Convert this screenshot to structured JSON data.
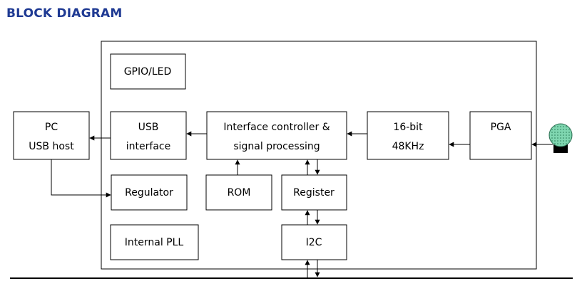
{
  "header": {
    "title": "BLOCK DIAGRAM"
  },
  "blocks": {
    "gpio": {
      "label": "GPIO/LED"
    },
    "pc": {
      "line1": "PC",
      "line2": "USB host"
    },
    "usb": {
      "line1": "USB",
      "line2": "interface"
    },
    "controller": {
      "line1": "Interface controller &",
      "line2": "signal processing"
    },
    "adc": {
      "line1": "16-bit",
      "line2": "48KHz"
    },
    "pga": {
      "label": "PGA"
    },
    "regulator": {
      "label": "Regulator"
    },
    "rom": {
      "label": "ROM"
    },
    "register": {
      "label": "Register"
    },
    "pll": {
      "label": "Internal PLL"
    },
    "i2c": {
      "label": "I2C"
    }
  },
  "colors": {
    "title": "#1f3a93",
    "microphone": "#7fd6b0",
    "microphone_dots": "#3a8f6a",
    "microphone_base": "#000000"
  },
  "icons": {
    "input_source": "microphone-icon"
  }
}
